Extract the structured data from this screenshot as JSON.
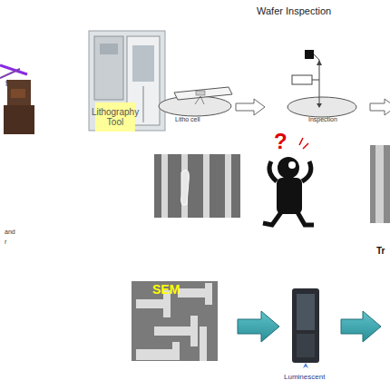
{
  "diagram": {
    "nodes": [
      {
        "text": [
          "Lithography Tool"
        ]
      }
    ],
    "labels": [
      "Wafer Inspection",
      "Litho cell",
      "Inspection",
      "f",
      "and",
      "r",
      "?",
      "Tr",
      "SEM",
      "Luminescent"
    ]
  }
}
